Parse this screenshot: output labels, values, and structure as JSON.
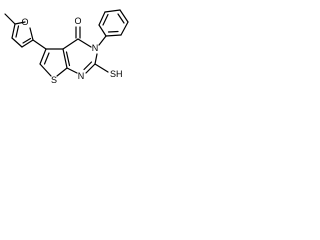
{
  "molecule": {
    "atom_labels": {
      "furan_oxygen": "O",
      "carbonyl_oxygen": "O",
      "ring_nitrogen_3": "N",
      "ring_nitrogen_1": "N",
      "thiophene_sulfur": "S",
      "thiol_group": "SH"
    },
    "colors": {
      "bond": "#000000",
      "label": "#000000",
      "background": "#ffffff"
    }
  }
}
